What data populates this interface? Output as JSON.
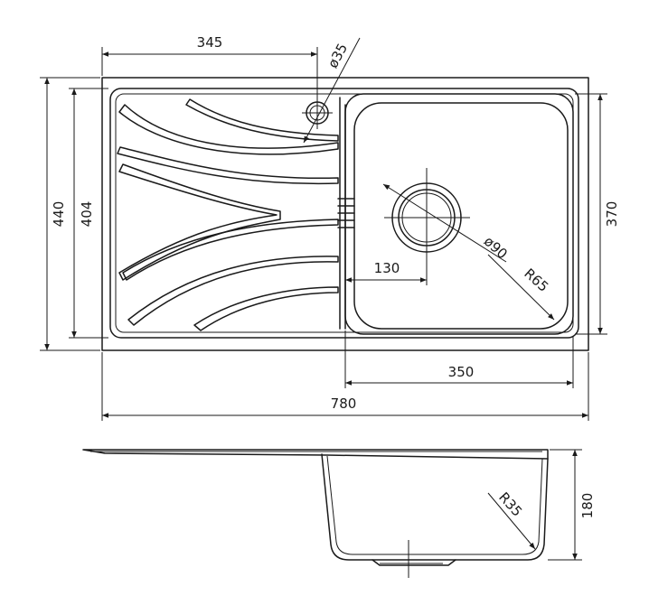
{
  "drawing": {
    "dimensions": {
      "d345": "345",
      "d35": "ø35",
      "d440": "440",
      "d404": "404",
      "d370": "370",
      "d90": "ø90",
      "d130": "130",
      "r65": "R65",
      "d350": "350",
      "d780": "780",
      "r35": "R35",
      "d180": "180"
    }
  }
}
